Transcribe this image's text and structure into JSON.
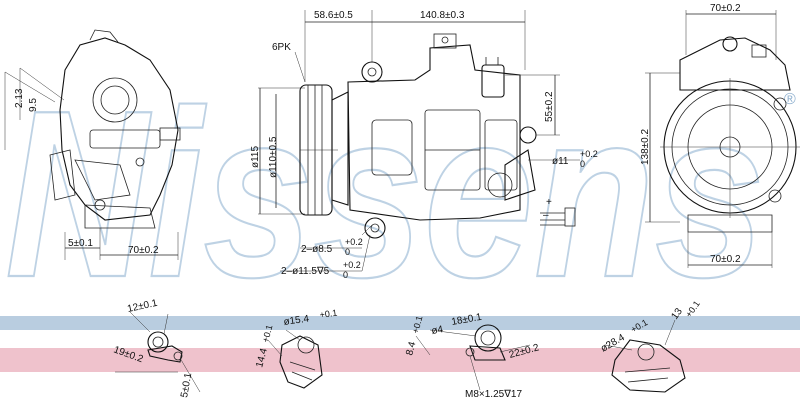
{
  "brand": {
    "watermark": "Nissens",
    "registered_mark": "®"
  },
  "colors": {
    "band_blue": "#b9cde0",
    "band_pink": "#efc2cc",
    "watermark": "#a9c4dc",
    "line": "#222222"
  },
  "dimensions": {
    "side": {
      "a1": "2.13",
      "a2": "9.5",
      "bottom_small": "5±0.1",
      "bottom_width": "70±0.2"
    },
    "front": {
      "top_left": "58.6±0.5",
      "top_right": "140.8±0.3",
      "belt": "6PK",
      "dia_outer": "ø115",
      "dia_pulley": "ø110±0.5",
      "height_55": "55±0.2",
      "port_dia": "ø11",
      "port_tol_top": "+0.2",
      "port_tol_bot": "0",
      "hole1": "2–ø8.5",
      "hole1_tol_top": "+0.2",
      "hole1_tol_bot": "0",
      "hole2": "2–ø11.5∇5",
      "hole2_tol_top": "+0.2",
      "hole2_tol_bot": "0",
      "plus": "+",
      "minus": "–"
    },
    "rear": {
      "top": "70±0.2",
      "height": "138±0.2",
      "bottom": "70±0.2"
    },
    "detail1": {
      "d12": "12±0.1",
      "d19": "19±0.2",
      "d5": "5±0.1"
    },
    "detail2": {
      "d154": "ø15.4",
      "d154_tol": "+0.1",
      "d144": "14.4",
      "d144_tol": "+0.1"
    },
    "detail3": {
      "d4": "ø4",
      "d18": "18±0.1",
      "d84": "8.4",
      "d84_tol": "+0.1",
      "d22": "22±0.2",
      "thread": "M8×1.25∇17"
    },
    "detail4": {
      "d284": "ø28.4",
      "d284_tol": "+0.1",
      "d13": "13",
      "d13_tol": "+0.1"
    }
  }
}
